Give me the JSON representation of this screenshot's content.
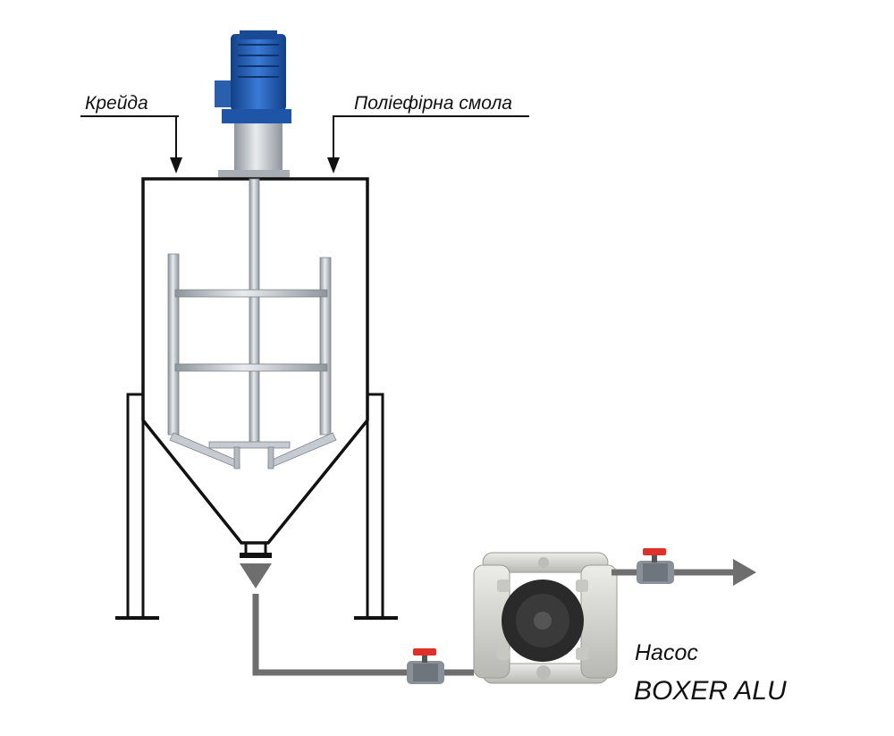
{
  "labels": {
    "input_left": "Крейда",
    "input_right": "Поліефірна смола",
    "pump_title": "Насос",
    "pump_model": "BOXER ALU"
  },
  "colors": {
    "outline": "#111111",
    "pipe": "#6e6e6e",
    "motor": "#1f5fb8",
    "steel": "#c6cbd1",
    "valve_red": "#e0302a",
    "pump_body": "#d8d8d4",
    "pump_dark": "#2a2a2a"
  }
}
